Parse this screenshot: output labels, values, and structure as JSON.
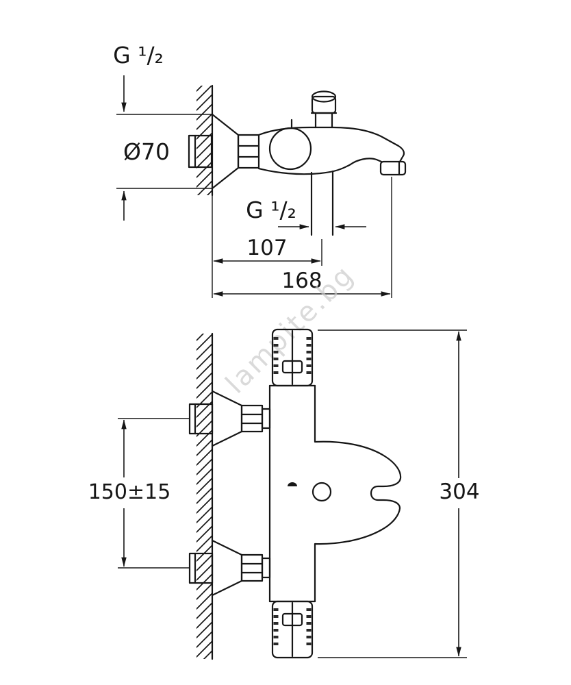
{
  "watermark": {
    "text": "lampite.bg"
  },
  "side_view": {
    "thread_top_label": "G ¹/₂",
    "escutcheon_diameter_label": "Ø70",
    "hose_thread_label": "G ¹/₂",
    "wall_to_hose_dim": "107",
    "wall_to_spout_dim": "168"
  },
  "front_view": {
    "inlet_spacing_dim": "150±15",
    "overall_height_dim": "304"
  }
}
